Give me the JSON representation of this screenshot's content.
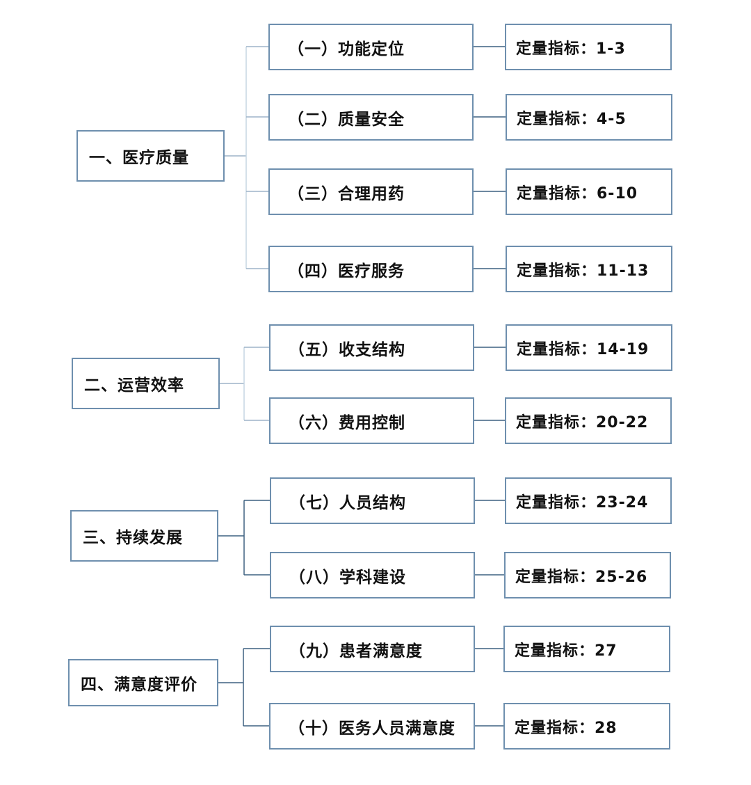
{
  "groups": [
    {
      "label": "一、医疗质量",
      "items": [
        {
          "label": "（一）功能定位",
          "metric": "定量指标：1-3"
        },
        {
          "label": "（二）质量安全",
          "metric": "定量指标：4-5"
        },
        {
          "label": "（三）合理用药",
          "metric": "定量指标：6-10"
        },
        {
          "label": "（四）医疗服务",
          "metric": "定量指标：11-13"
        }
      ]
    },
    {
      "label": "二、运营效率",
      "items": [
        {
          "label": "（五）收支结构",
          "metric": "定量指标：14-19"
        },
        {
          "label": "（六）费用控制",
          "metric": "定量指标：20-22"
        }
      ]
    },
    {
      "label": "三、持续发展",
      "items": [
        {
          "label": "（七）人员结构",
          "metric": "定量指标：23-24"
        },
        {
          "label": "（八）学科建设",
          "metric": "定量指标：25-26"
        }
      ]
    },
    {
      "label": "四、满意度评价",
      "items": [
        {
          "label": "（九）患者满意度",
          "metric": "定量指标：27"
        },
        {
          "label": "（十）医务人员满意度",
          "metric": "定量指标：28"
        }
      ]
    }
  ],
  "colors": {
    "box_border": "#6e8fae",
    "connector": "#9db4c8",
    "text": "#111111"
  }
}
